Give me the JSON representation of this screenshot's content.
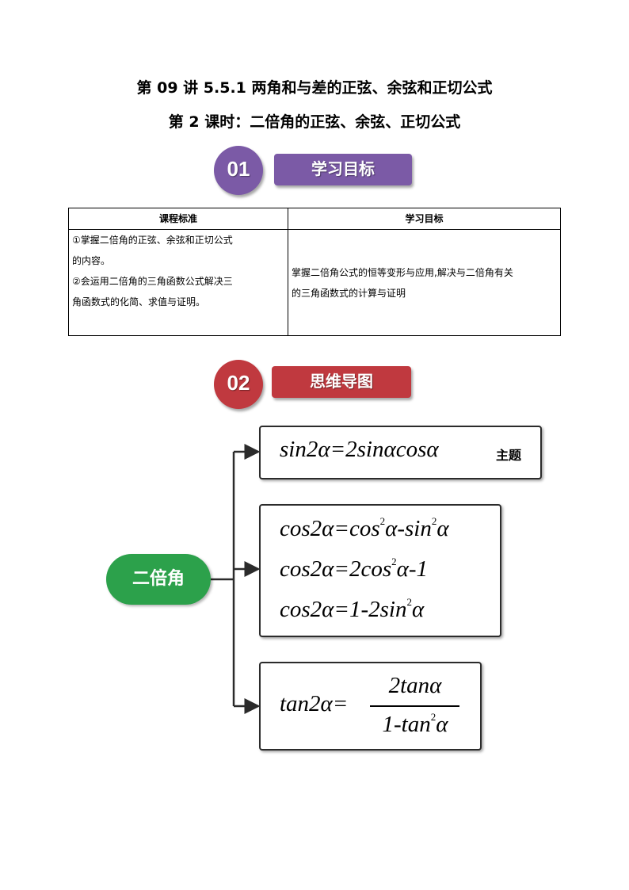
{
  "header": {
    "title": "第 09 讲  5.5.1 两角和与差的正弦、余弦和正切公式",
    "subtitle": "第 2 课时：二倍角的正弦、余弦、正切公式"
  },
  "section1": {
    "number": "01",
    "label": "学习目标",
    "circle_color": "#7b5aa6",
    "bar_color": "#7b5aa6"
  },
  "section2": {
    "number": "02",
    "label": "思维导图",
    "circle_color": "#c0393f",
    "bar_color": "#c0393f"
  },
  "table": {
    "headers": [
      "课程标准",
      "学习目标"
    ],
    "standard_lines": [
      "①掌握二倍角的正弦、余弦和正切公式",
      "的内容。",
      "②会运用二倍角的三角函数公式解决三",
      "角函数式的化简、求值与证明。"
    ],
    "goal_lines": [
      "掌握二倍角公式的恒等变形与应用,解决与二倍角有关",
      "的三角函数式的计算与证明"
    ]
  },
  "mindmap": {
    "root": "二倍角",
    "root_color": "#2ca14b",
    "topic_label": "主题",
    "sin_formula": "sin2α=2sinαcosα",
    "cos_formulas": [
      {
        "lhs": "cos2α=cos",
        "exp1": "2",
        "mid": "α-sin",
        "exp2": "2",
        "end": "α"
      },
      {
        "lhs": "cos2α=2cos",
        "exp1": "2",
        "mid": "α-1",
        "exp2": "",
        "end": ""
      },
      {
        "lhs": "cos2α=1-2sin",
        "exp1": "2",
        "mid": "α",
        "exp2": "",
        "end": ""
      }
    ],
    "tan_lhs": "tan2α=",
    "tan_numerator": "2tanα",
    "tan_denominator_a": "1-tan",
    "tan_denominator_exp": "2",
    "tan_denominator_b": "α"
  }
}
